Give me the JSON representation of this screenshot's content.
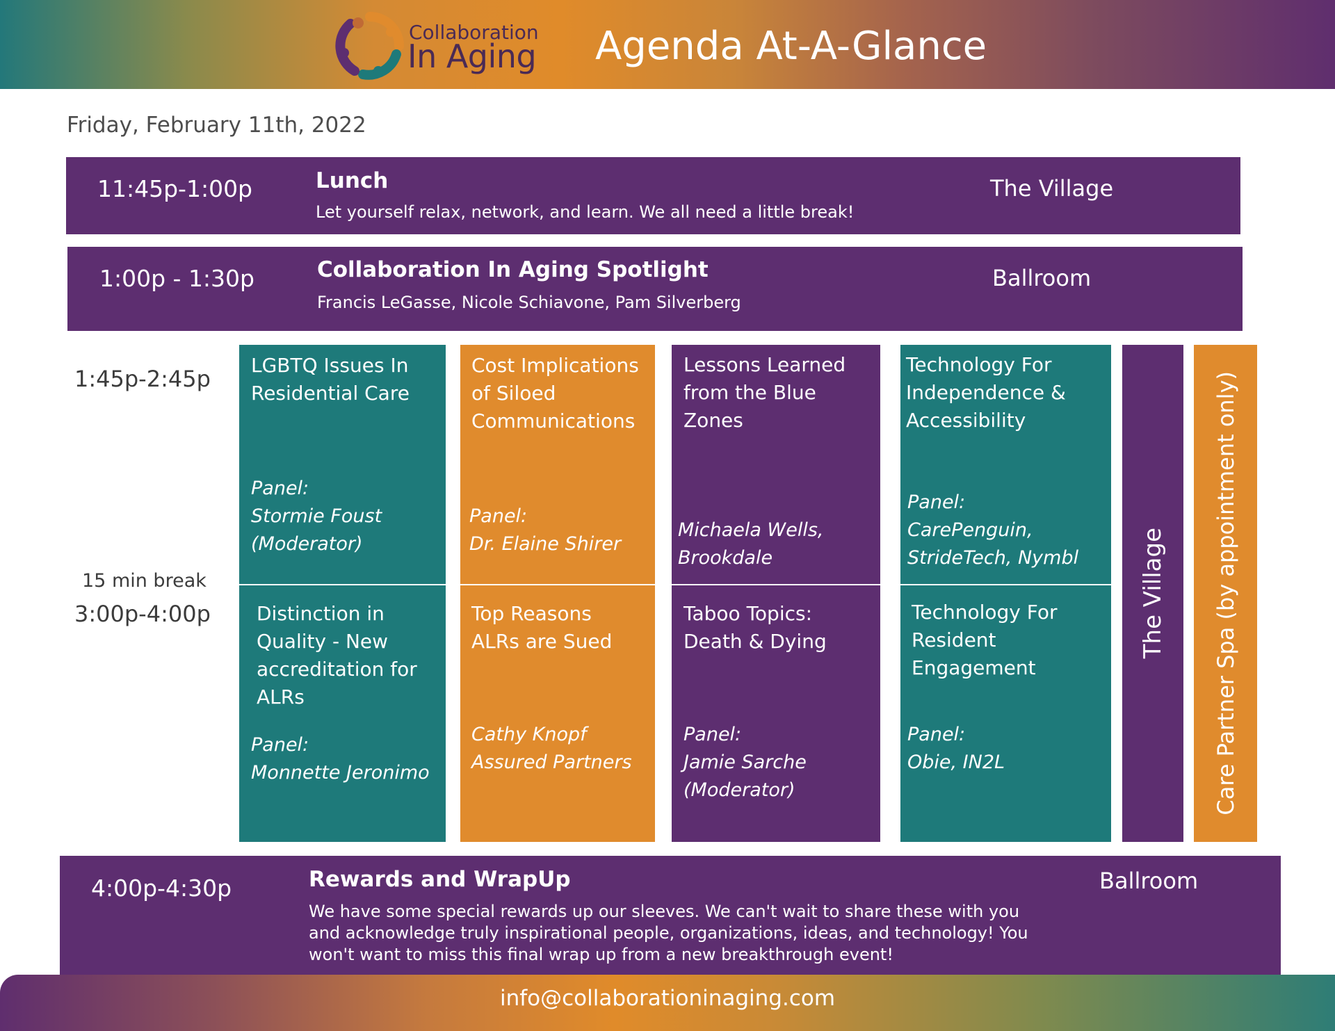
{
  "header": {
    "logo_line1": "Collaboration",
    "logo_line2": "In Aging",
    "title": "Agenda At-A-Glance"
  },
  "date": "Friday, February 11th, 2022",
  "lunch": {
    "time": "11:45p-1:00p",
    "title": "Lunch",
    "description": "Let yourself relax, network, and learn. We all need a little break!",
    "room": "The Village"
  },
  "spotlight": {
    "time": "1:00p - 1:30p",
    "title": "Collaboration In Aging Spotlight",
    "description": "Francis LeGasse, Nicole Schiavone, Pam Silverberg",
    "room": "Ballroom"
  },
  "time_column": {
    "block1": "1:45p-2:45p",
    "break": "15 min break",
    "block2": "3:00p-4:00p"
  },
  "sessions": {
    "s1": {
      "title_lines": [
        "LGBTQ Issues In",
        "Residential Care"
      ],
      "panel_lines": [
        "Panel:",
        "Stormie Foust",
        "(Moderator)"
      ]
    },
    "s2": {
      "title_lines": [
        "Cost Implications",
        "of Siloed",
        "Communications"
      ],
      "panel_lines": [
        "Panel:",
        "Dr. Elaine Shirer"
      ]
    },
    "s3": {
      "title_lines": [
        "Lessons Learned",
        "from the Blue",
        "Zones"
      ],
      "panel_lines": [
        "Michaela Wells,",
        "Brookdale"
      ]
    },
    "s4": {
      "title_lines": [
        "Technology For",
        "Independence &",
        "Accessibility"
      ],
      "panel_lines": [
        "Panel:",
        "CarePenguin,",
        "StrideTech, Nymbl"
      ]
    },
    "s5": {
      "title_lines": [
        "Distinction in",
        "Quality - New",
        "accreditation for",
        "ALRs"
      ],
      "panel_lines": [
        "Panel:",
        "Monnette Jeronimo"
      ]
    },
    "s6": {
      "title_lines": [
        "Top Reasons",
        "ALRs are Sued"
      ],
      "panel_lines": [
        "Cathy Knopf",
        "Assured Partners"
      ]
    },
    "s7": {
      "title_lines": [
        "Taboo Topics:",
        "Death & Dying"
      ],
      "panel_lines": [
        "Panel:",
        "Jamie Sarche",
        "(Moderator)"
      ]
    },
    "s8": {
      "title_lines": [
        "Technology For",
        "Resident",
        "Engagement"
      ],
      "panel_lines": [
        "Panel:",
        "Obie, IN2L"
      ]
    }
  },
  "village_column": "The Village",
  "spa_column": "Care Partner Spa (by appointment only)",
  "wrapup": {
    "time": "4:00p-4:30p",
    "title": "Rewards and WrapUp",
    "description_lines": [
      "We have some special rewards up our sleeves. We can't wait to share these with you",
      "and acknowledge truly inspirational people, organizations, ideas, and technology! You",
      "won't want to miss this final wrap up from a new breakthrough event!"
    ],
    "room": "Ballroom"
  },
  "footer": {
    "email": "info@collaborationinaging.com"
  },
  "colors": {
    "purple": "#5d2e70",
    "teal": "#1e7a7a",
    "orange": "#e08b2d",
    "text_gray": "#4d4d4d"
  },
  "icons": {
    "logo": "collaboration-circle-logo"
  }
}
